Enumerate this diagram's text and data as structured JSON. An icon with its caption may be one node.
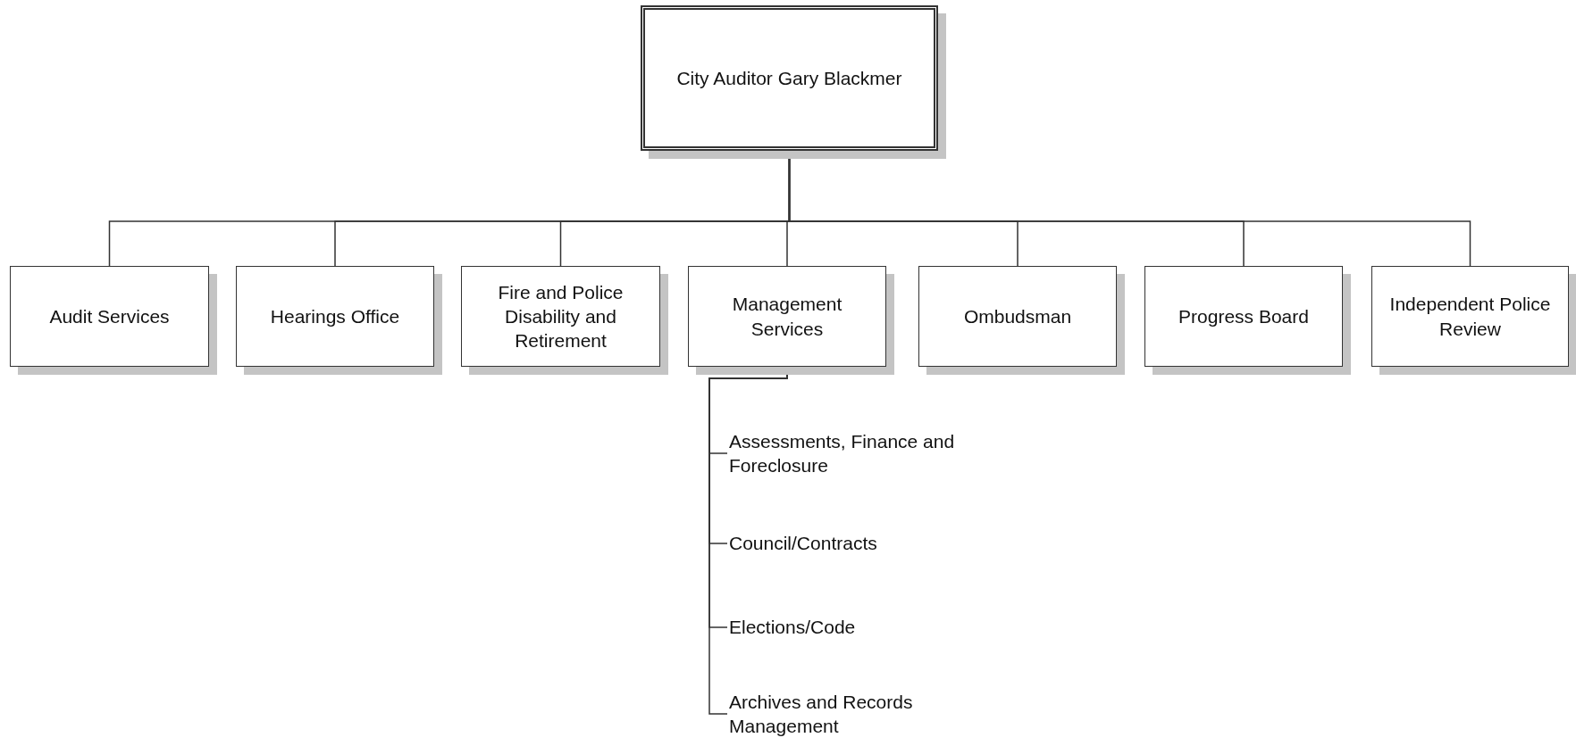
{
  "diagram": {
    "nodes": [
      {
        "text": [
          "City Auditor Gary Blackmer"
        ]
      },
      {
        "text": [
          "Audit Services"
        ]
      },
      {
        "text": [
          "Hearings Office"
        ]
      },
      {
        "text": [
          "Fire and Police Disability and Retirement"
        ]
      },
      {
        "text": [
          "Management Services"
        ]
      },
      {
        "text": [
          "Ombudsman"
        ]
      },
      {
        "text": [
          "Progress Board"
        ]
      },
      {
        "text": [
          "Independent Police Review"
        ]
      },
      {
        "text": [
          "Assessments, Finance and Foreclosure"
        ]
      },
      {
        "text": [
          "Council/Contracts"
        ]
      },
      {
        "text": [
          "Elections/Code"
        ]
      },
      {
        "text": [
          "Archives and Records Management"
        ]
      }
    ],
    "edges": [
      {
        "from": 0,
        "to": 1,
        "arrow": "none"
      },
      {
        "from": 0,
        "to": 2,
        "arrow": "none"
      },
      {
        "from": 0,
        "to": 3,
        "arrow": "none"
      },
      {
        "from": 0,
        "to": 4,
        "arrow": "none"
      },
      {
        "from": 0,
        "to": 5,
        "arrow": "none"
      },
      {
        "from": 0,
        "to": 6,
        "arrow": "none"
      },
      {
        "from": 0,
        "to": 7,
        "arrow": "none"
      },
      {
        "from": 4,
        "to": 8,
        "arrow": "none"
      },
      {
        "from": 4,
        "to": 9,
        "arrow": "none"
      },
      {
        "from": 4,
        "to": 10,
        "arrow": "none"
      },
      {
        "from": 4,
        "to": 11,
        "arrow": "none"
      }
    ]
  }
}
